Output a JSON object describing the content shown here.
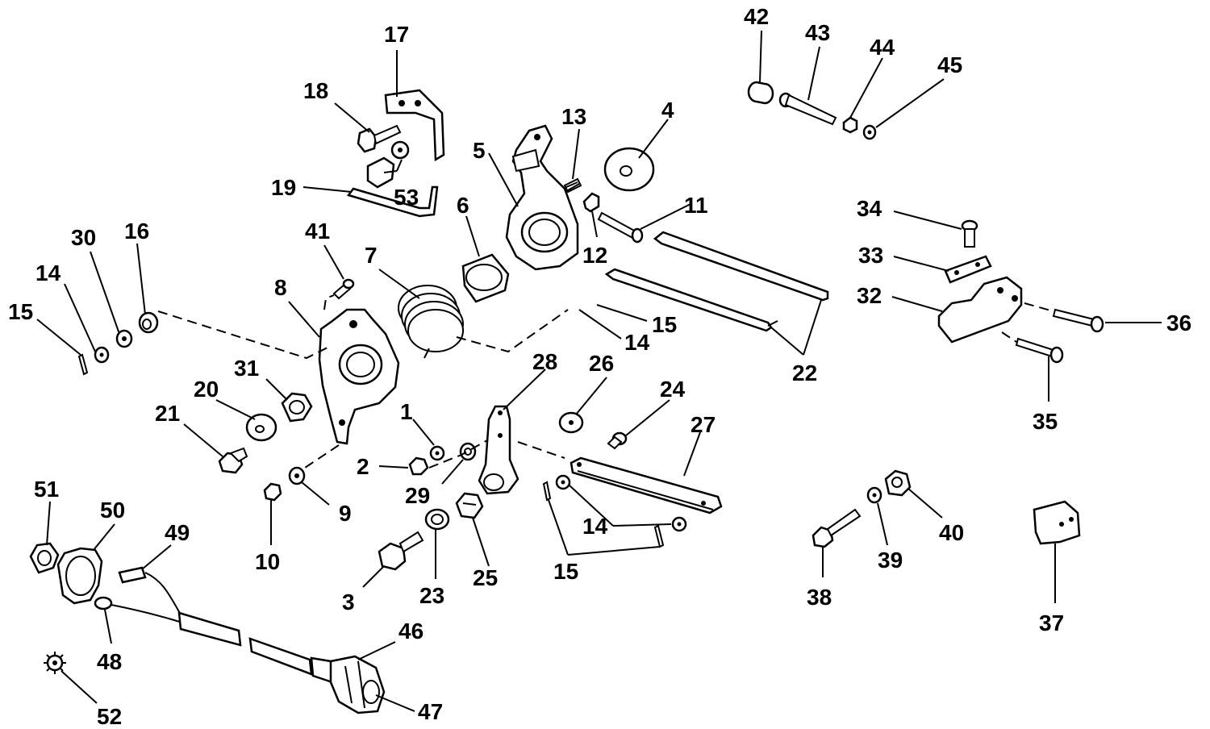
{
  "callouts": [
    {
      "id": "17",
      "text": "17"
    },
    {
      "id": "18",
      "text": "18"
    },
    {
      "id": "53",
      "text": "53"
    },
    {
      "id": "19",
      "text": "19"
    },
    {
      "id": "42",
      "text": "42"
    },
    {
      "id": "43",
      "text": "43"
    },
    {
      "id": "44",
      "text": "44"
    },
    {
      "id": "45",
      "text": "45"
    },
    {
      "id": "13",
      "text": "13"
    },
    {
      "id": "4",
      "text": "4"
    },
    {
      "id": "5",
      "text": "5"
    },
    {
      "id": "6",
      "text": "6"
    },
    {
      "id": "11",
      "text": "11"
    },
    {
      "id": "12",
      "text": "12"
    },
    {
      "id": "34",
      "text": "34"
    },
    {
      "id": "33",
      "text": "33"
    },
    {
      "id": "32",
      "text": "32"
    },
    {
      "id": "36",
      "text": "36"
    },
    {
      "id": "35",
      "text": "35"
    },
    {
      "id": "22",
      "text": "22"
    },
    {
      "id": "15a",
      "text": "15"
    },
    {
      "id": "14a",
      "text": "14"
    },
    {
      "id": "30",
      "text": "30"
    },
    {
      "id": "16",
      "text": "16"
    },
    {
      "id": "41",
      "text": "41"
    },
    {
      "id": "7",
      "text": "7"
    },
    {
      "id": "8",
      "text": "8"
    },
    {
      "id": "15b",
      "text": "15"
    },
    {
      "id": "14b",
      "text": "14"
    },
    {
      "id": "31",
      "text": "31"
    },
    {
      "id": "20",
      "text": "20"
    },
    {
      "id": "21",
      "text": "21"
    },
    {
      "id": "28",
      "text": "28"
    },
    {
      "id": "26",
      "text": "26"
    },
    {
      "id": "24",
      "text": "24"
    },
    {
      "id": "27",
      "text": "27"
    },
    {
      "id": "1",
      "text": "1"
    },
    {
      "id": "2",
      "text": "2"
    },
    {
      "id": "29",
      "text": "29"
    },
    {
      "id": "9",
      "text": "9"
    },
    {
      "id": "10",
      "text": "10"
    },
    {
      "id": "14c",
      "text": "14"
    },
    {
      "id": "15c",
      "text": "15"
    },
    {
      "id": "25",
      "text": "25"
    },
    {
      "id": "23",
      "text": "23"
    },
    {
      "id": "3",
      "text": "3"
    },
    {
      "id": "51",
      "text": "51"
    },
    {
      "id": "50",
      "text": "50"
    },
    {
      "id": "49",
      "text": "49"
    },
    {
      "id": "48",
      "text": "48"
    },
    {
      "id": "46",
      "text": "46"
    },
    {
      "id": "47",
      "text": "47"
    },
    {
      "id": "52",
      "text": "52"
    },
    {
      "id": "38",
      "text": "38"
    },
    {
      "id": "39",
      "text": "39"
    },
    {
      "id": "40",
      "text": "40"
    },
    {
      "id": "37",
      "text": "37"
    }
  ]
}
